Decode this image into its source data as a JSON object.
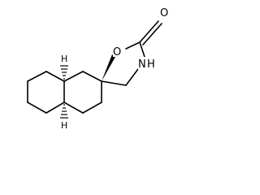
{
  "atoms": {
    "carbonyl_oxygen": "O",
    "ring_oxygen": "O",
    "ring_nitrogen_n": "N",
    "ring_nitrogen_h": "H",
    "stereo_h_top": "H",
    "stereo_h_bottom": "H"
  }
}
